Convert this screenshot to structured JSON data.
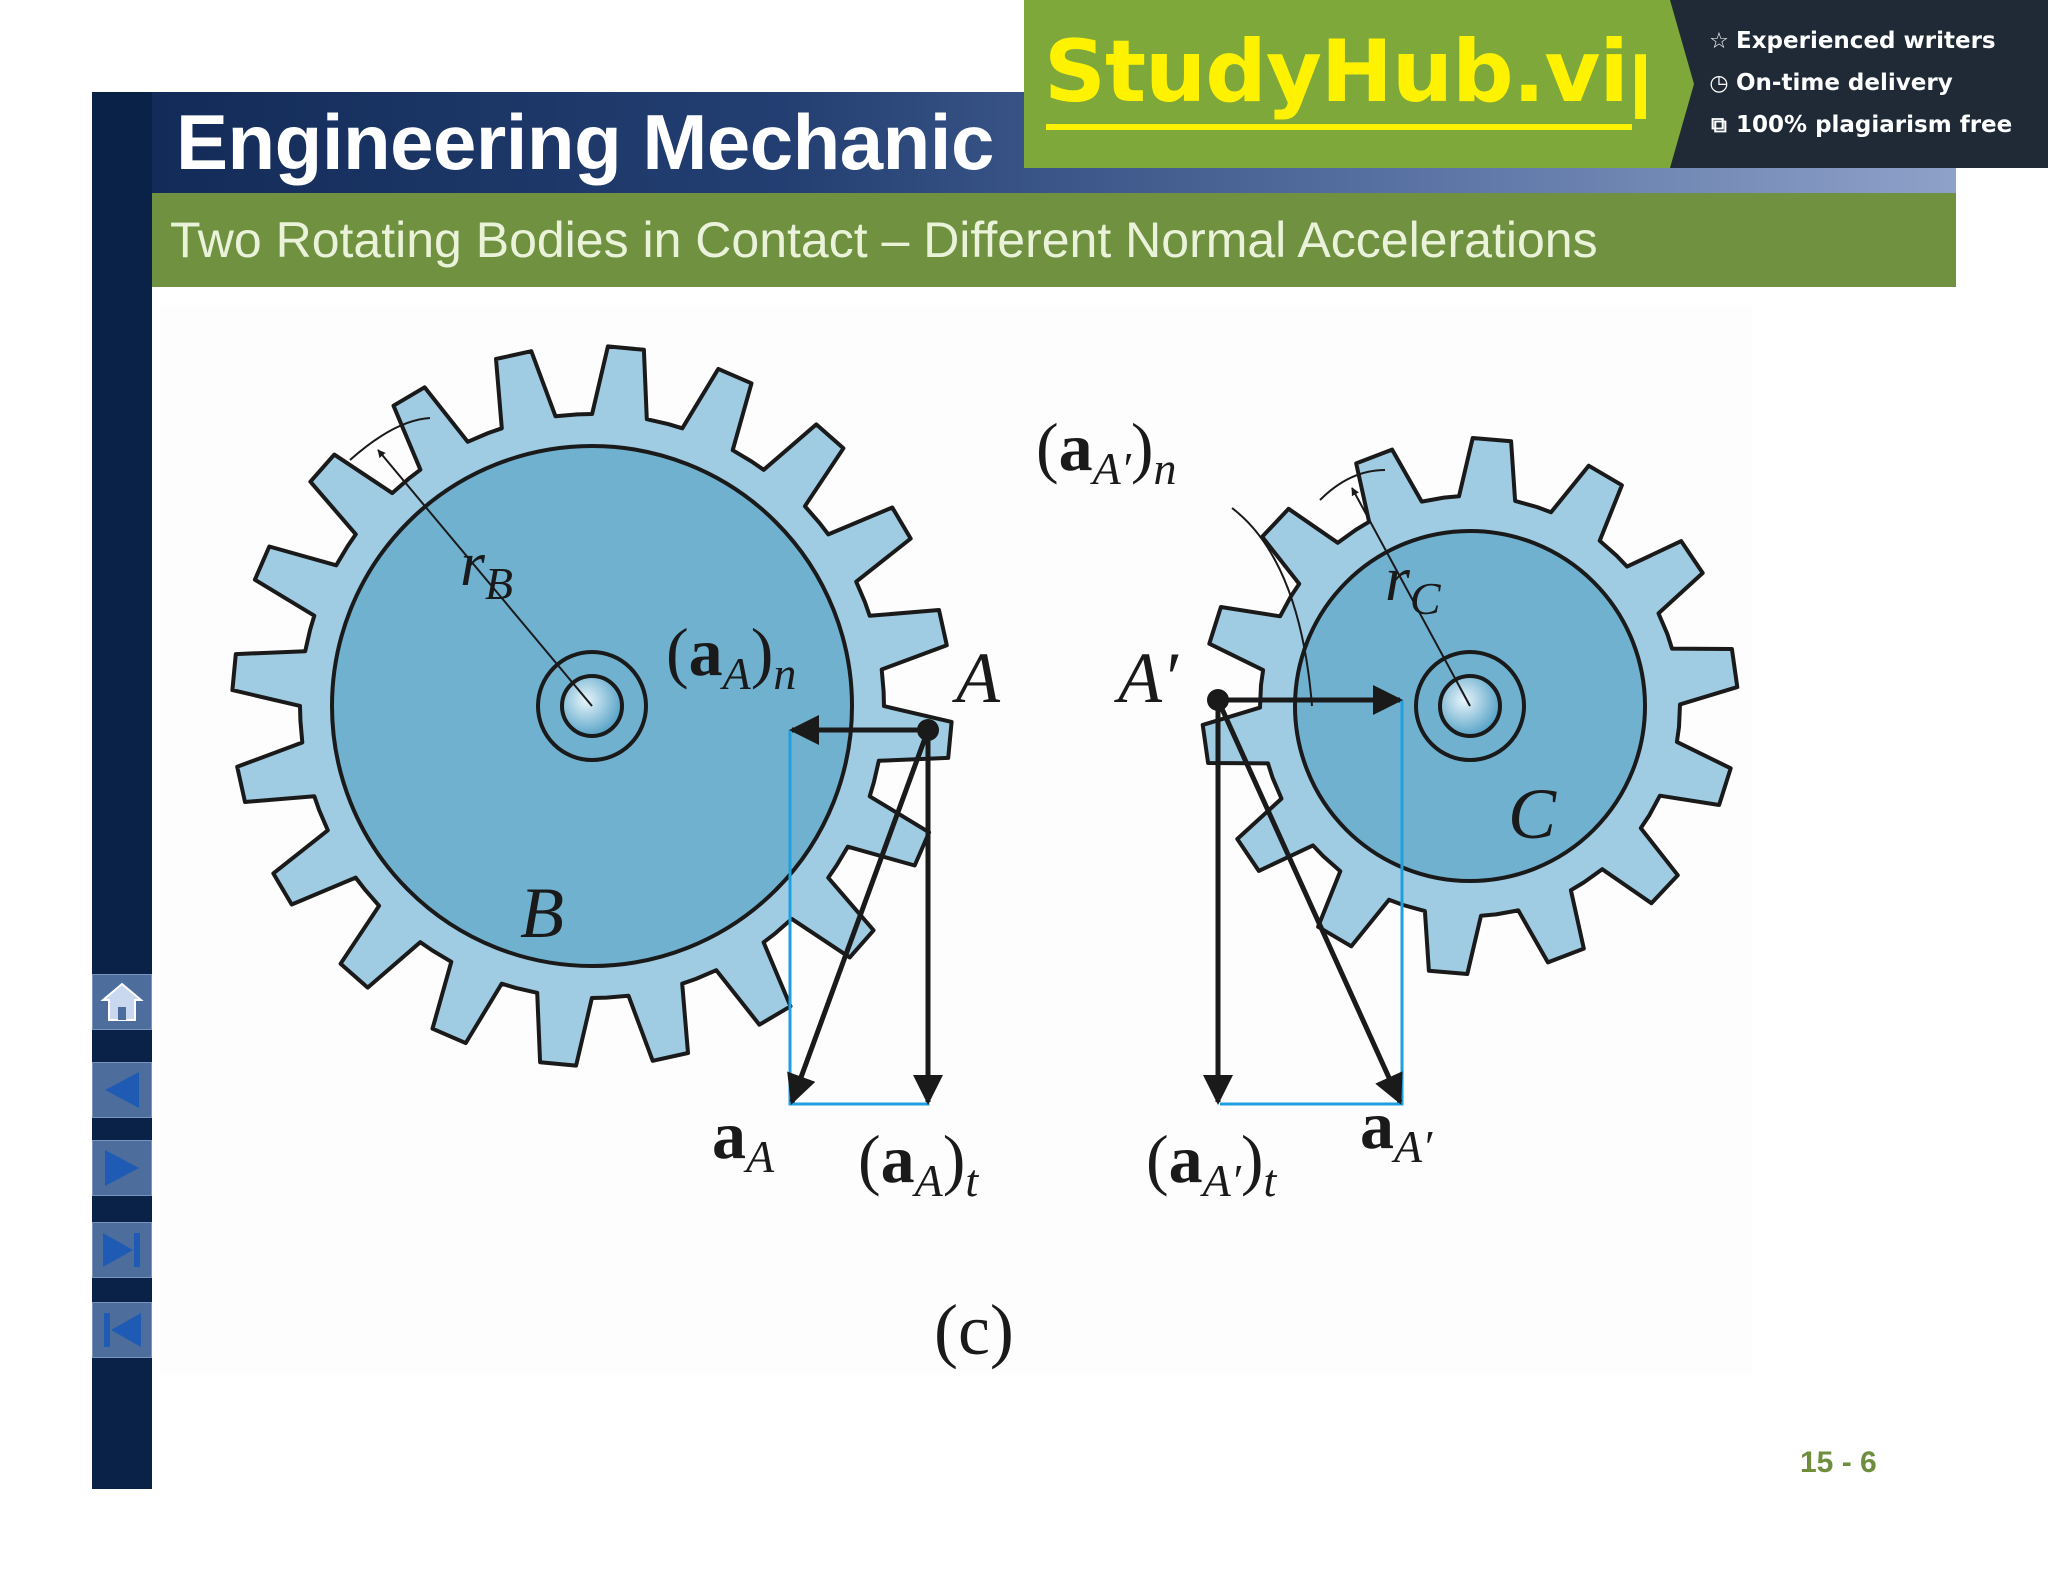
{
  "header": {
    "title": "Engineering Mechanic",
    "subtitle": "Two Rotating Bodies in Contact – Different Normal Accelerations"
  },
  "banner": {
    "brand": "StudyHub.vip",
    "features": [
      {
        "icon": "star-outline-icon",
        "label": "Experienced writers"
      },
      {
        "icon": "clock-icon",
        "label": "On-time delivery"
      },
      {
        "icon": "copy-icon",
        "label": "100% plagiarism free"
      }
    ],
    "colors": {
      "green": "#7ea83a",
      "dark": "#1f2a36",
      "yellow": "#fff200"
    }
  },
  "nav": {
    "buttons": [
      {
        "name": "home-button",
        "icon": "home-icon"
      },
      {
        "name": "previous-slide-button",
        "icon": "triangle-left-icon"
      },
      {
        "name": "next-slide-button",
        "icon": "triangle-right-icon"
      },
      {
        "name": "last-slide-button",
        "icon": "skip-end-icon"
      },
      {
        "name": "first-slide-button",
        "icon": "skip-start-icon"
      }
    ]
  },
  "figure": {
    "gear_b_label": "B",
    "gear_c_label": "C",
    "radius_b": {
      "main": "r",
      "sub": "B"
    },
    "radius_c": {
      "main": "r",
      "sub": "C"
    },
    "point_a": "A",
    "point_a_prime": "A′",
    "a_n": {
      "open": "(",
      "bold": "a",
      "sub": "A",
      "close": ")",
      "post": "n"
    },
    "a_prime_n": {
      "open": "(",
      "bold": "a",
      "sub": "A′",
      "close": ")",
      "post": "n"
    },
    "a_a": {
      "bold": "a",
      "sub": "A"
    },
    "a_t": {
      "open": "(",
      "bold": "a",
      "sub": "A",
      "close": ")",
      "post": "t"
    },
    "a_prime_t": {
      "open": "(",
      "bold": "a",
      "sub": "A′",
      "close": ")",
      "post": "t"
    },
    "a_a_prime": {
      "bold": "a",
      "sub": "A′"
    },
    "caption": "(c)",
    "colors": {
      "gear_fill": "#9fcbe3",
      "gear_face": "#71b1d0",
      "construction_line": "#1ea0e0",
      "vector": "#1a1a1a"
    }
  },
  "footer": {
    "page_number": "15 - 6"
  }
}
